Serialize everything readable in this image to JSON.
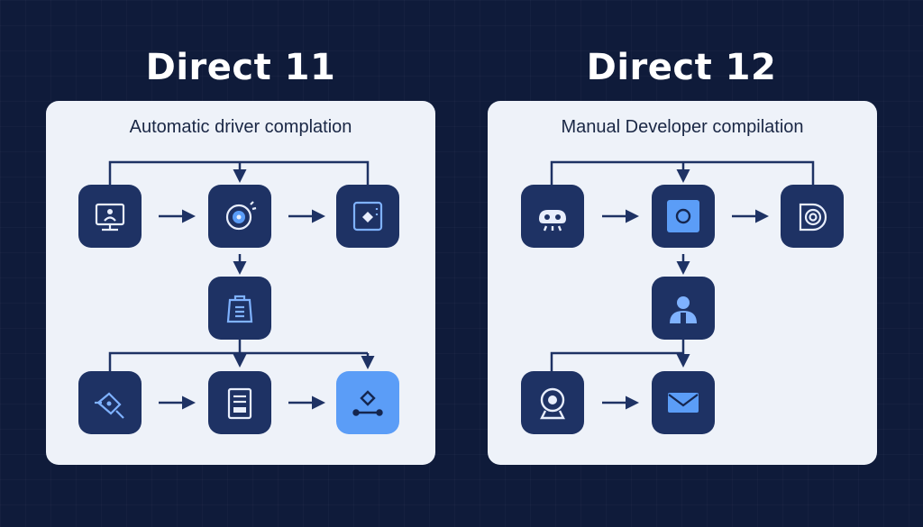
{
  "left": {
    "title": "Direct 11",
    "subtitle": "Automatic driver complation",
    "icons": [
      "monitor-icon",
      "disc-icon",
      "screen-icon",
      "clipboard-icon",
      "pen-tool-icon",
      "document-icon",
      "vector-tool-icon"
    ]
  },
  "right": {
    "title": "Direct 12",
    "subtitle": "Manual Developer compilation",
    "icons": [
      "controller-icon",
      "square-icon",
      "target-icon",
      "developer-icon",
      "webcam-icon",
      "mail-icon"
    ]
  },
  "colors": {
    "background": "#0f1b3a",
    "panel": "#eef2f9",
    "node": "#1e3264",
    "node_highlight": "#5b9df7",
    "connector": "#1e3264"
  }
}
